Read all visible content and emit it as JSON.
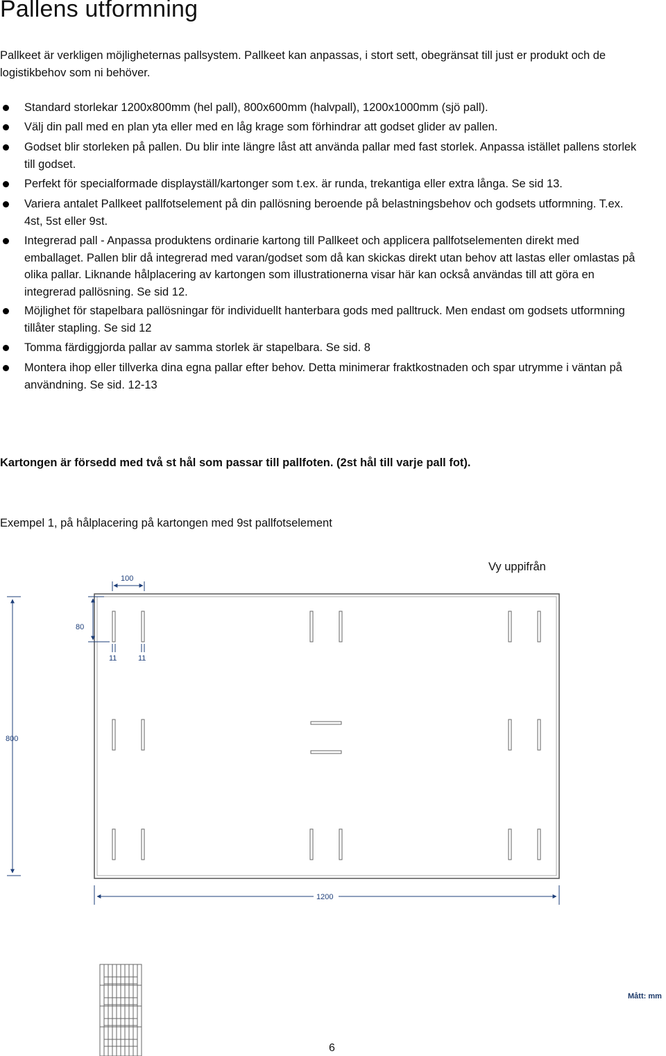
{
  "title": "Pallens utformning",
  "intro": "Pallkeet är verkligen möjligheternas pallsystem. Pallkeet kan anpassas, i stort sett, obegränsat till just er produkt och de logistikbehov som ni behöver.",
  "bullets": [
    "Standard storlekar 1200x800mm (hel pall), 800x600mm (halvpall), 1200x1000mm (sjö pall).",
    "Välj din pall med en plan yta eller med en låg krage som förhindrar att godset glider av pallen.",
    "Godset blir storleken på pallen. Du blir inte längre låst att använda pallar med fast storlek. Anpassa istället pallens storlek till godset.",
    "Perfekt för specialformade displayställ/kartonger som t.ex. är runda, trekantiga eller extra långa. Se sid 13.",
    "Variera antalet Pallkeet pallfotselement på din pallösning beroende på belastningsbehov och godsets utformning. T.ex. 4st, 5st eller 9st.",
    "Integrerad pall - Anpassa produktens ordinarie kartong till Pallkeet och applicera pallfotselementen direkt med emballaget. Pallen blir då integrerad med varan/godset som då kan skickas direkt utan behov att lastas eller omlastas på olika pallar. Liknande hålplacering av kartongen som illustrationerna visar här kan också användas till att göra en integrerad pallösning. Se sid 12.",
    "Möjlighet för stapelbara pallösningar för individuellt hanterbara gods med palltruck. Men endast om godsets utformning tillåter stapling. Se sid 12",
    "Tomma färdiggjorda pallar av samma storlek är stapelbara. Se sid. 8",
    "Montera ihop eller tillverka dina egna pallar efter behov. Detta minimerar fraktkostnaden och spar utrymme i väntan på användning. Se sid. 12-13"
  ],
  "notice": "Kartongen är försedd med två st hål som passar till pallfoten. (2st hål till varje pall fot).",
  "example_caption": "Exempel 1, på hålplacering på kartongen med 9st pallfotselement",
  "diagram": {
    "view_label": "Vy uppifrån",
    "unit_label": "Mått: mm",
    "dim_100": "100",
    "dim_80": "80",
    "dim_11_a": "11",
    "dim_11_b": "11",
    "dim_800": "800",
    "dim_1200": "1200",
    "line_color": "#1e3f7a",
    "outline_color": "#555555"
  },
  "page_number": "6"
}
